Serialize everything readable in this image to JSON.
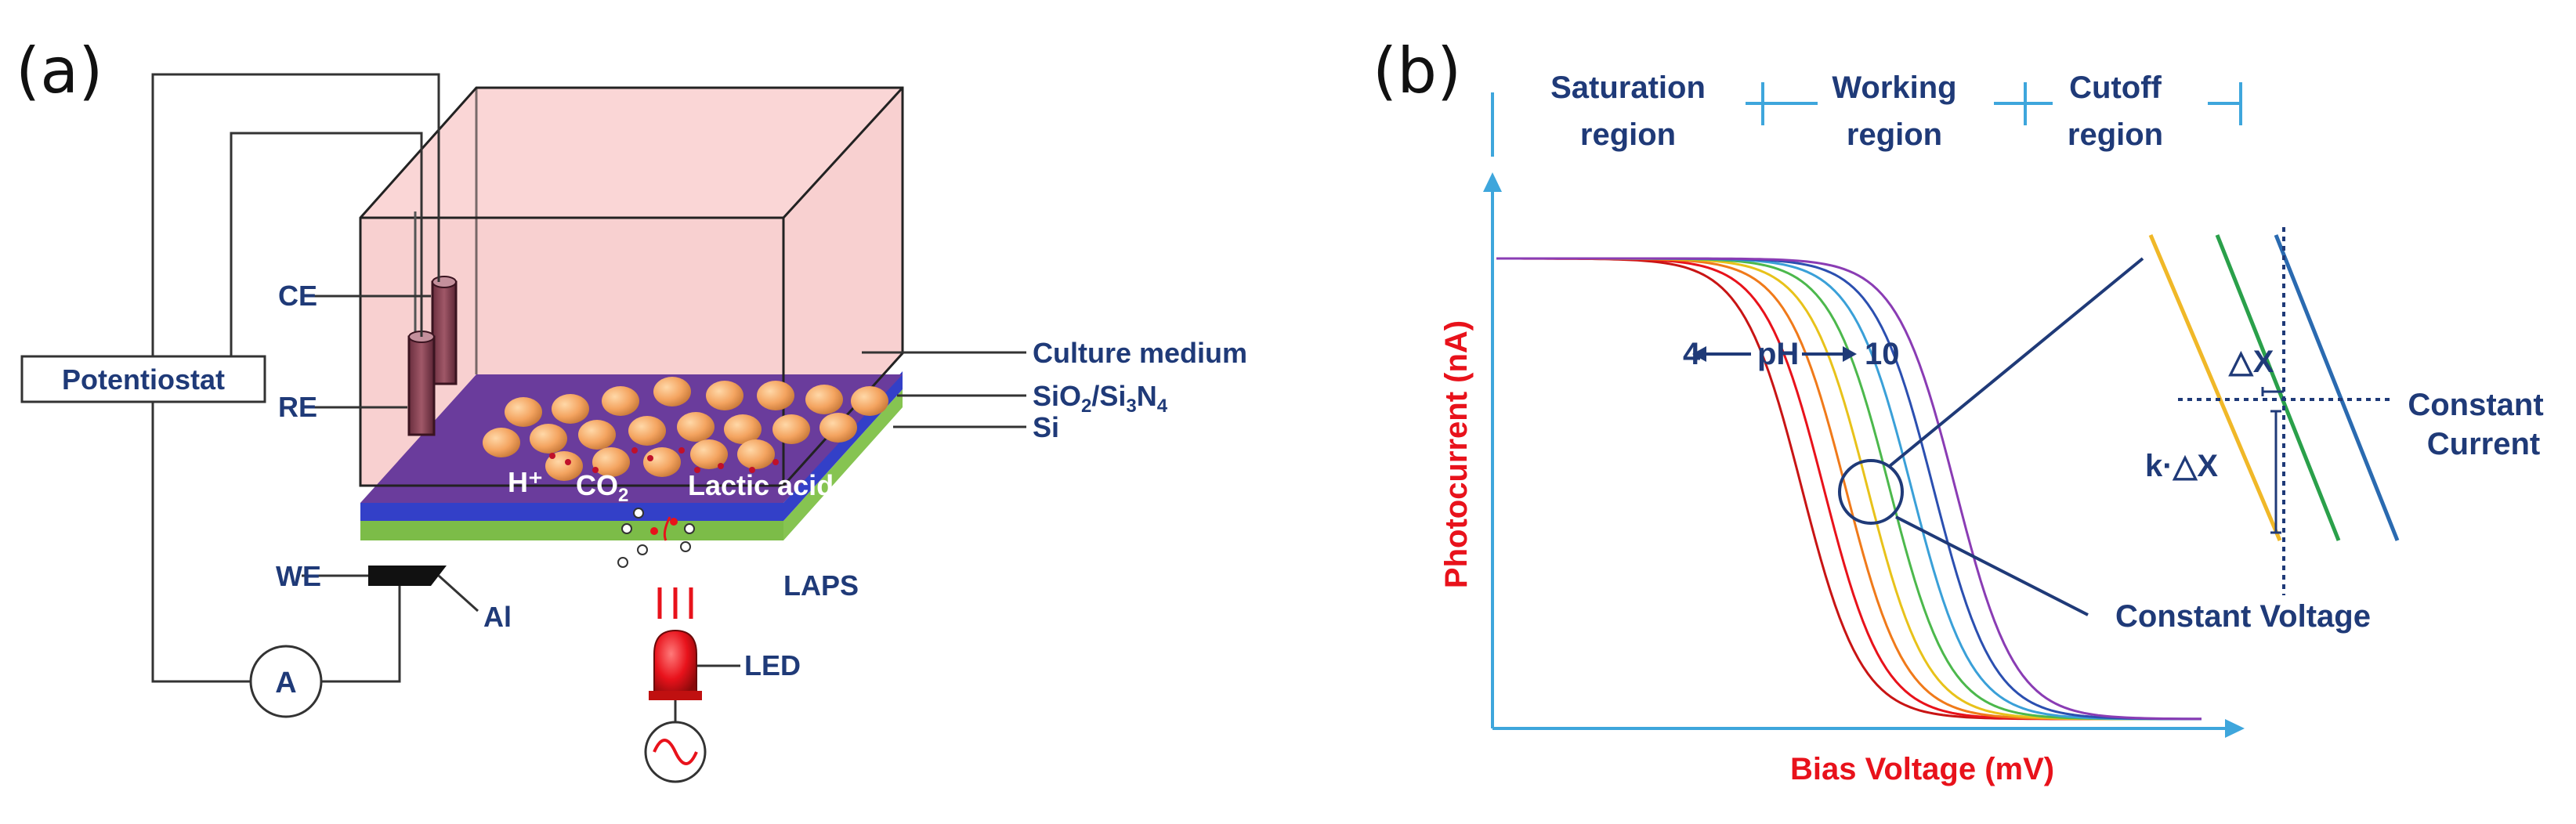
{
  "panel_a": {
    "panel_label": "(a)",
    "potentiostat": "Potentiostat",
    "ce": "CE",
    "re": "RE",
    "we": "WE",
    "al": "Al",
    "ammeter": "A",
    "led": "LED",
    "laps": "LAPS",
    "h_plus": "H⁺",
    "co2_main": "CO",
    "co2_sub": "2",
    "lactic_acid": "Lactic acid",
    "culture_medium": "Culture medium",
    "sio2_a": "SiO",
    "sio2_sub": "2",
    "si3n4_a": "/Si",
    "si3n4_sub1": "3",
    "si3n4_b": "N",
    "si3n4_sub2": "4",
    "si": "Si",
    "colors": {
      "medium": "#f7c8c8",
      "insulator": "#6a3c9c",
      "blue_layer": "#3340c8",
      "si_layer": "#86c451",
      "cells": "#f4a460",
      "label_navy": "#1f3a78",
      "led_red": "#e8121b"
    }
  },
  "panel_b": {
    "panel_label": "(b)",
    "regions": [
      "Saturation",
      "region",
      "Working",
      "region",
      "Cutoff",
      "region"
    ],
    "ylabel": "Photocurrent (nA)",
    "xlabel": "Bias Voltage (mV)",
    "ph_low": "4",
    "ph_mid": "pH",
    "ph_high": "10",
    "delta_x": "△X",
    "k_delta_x": "k·△X",
    "constant_current_1": "Constant",
    "constant_current_2": "Current",
    "constant_voltage": "Constant Voltage",
    "colors": {
      "axis": "#3ea6dc",
      "label_red": "#e8121b",
      "label_navy": "#1f3a78"
    }
  },
  "chart_data": {
    "type": "line",
    "title": "",
    "xlabel": "Bias Voltage (mV)",
    "ylabel": "Photocurrent (nA)",
    "grid": false,
    "series": [
      {
        "color": "#c81414"
      },
      {
        "color": "#e8121b"
      },
      {
        "color": "#f07a1a"
      },
      {
        "color": "#e8c21a"
      },
      {
        "color": "#4cb84c"
      },
      {
        "color": "#3aa0d8"
      },
      {
        "color": "#2b4fb0"
      },
      {
        "color": "#8a3cb4"
      }
    ],
    "inset_lines": [
      {
        "color": "#f0b828"
      },
      {
        "color": "#2aa04a"
      },
      {
        "color": "#2a6ab0"
      }
    ]
  }
}
